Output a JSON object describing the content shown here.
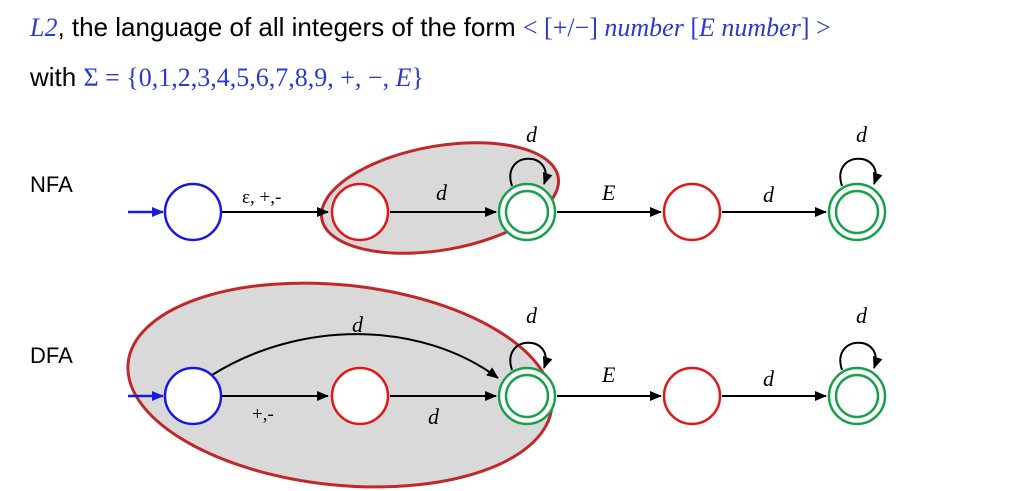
{
  "header": {
    "lang_name": "L2",
    "line1_text": ", the language of all integers of the form ",
    "form_open": "< [+/−] ",
    "form_number1": "number",
    "form_bracket_open": " [",
    "form_E": "E",
    "form_space": " ",
    "form_number2": "number",
    "form_close": "] >",
    "line2_prefix": "with ",
    "alphabet_lhs": "Σ = {0,1,2,3,4,5,6,7,8,9, +, −, ",
    "alphabet_E": "E",
    "alphabet_close": "}"
  },
  "nfa": {
    "label": "NFA",
    "edges": {
      "start_to_s1": "ε, +,-",
      "s1_to_s2": "d",
      "s2_loop": "d",
      "s2_to_s3": "E",
      "s3_to_s4": "d",
      "s4_loop": "d"
    }
  },
  "dfa": {
    "label": "DFA",
    "edges": {
      "start_to_s1": "+,-",
      "start_to_s2": "d",
      "s1_to_s2": "d",
      "s2_loop": "d",
      "s2_to_s3": "E",
      "s3_to_s4": "d",
      "s4_loop": "d"
    }
  },
  "colors": {
    "start_state": "#1a1adf",
    "intermediate_state": "#e01818",
    "accept_state": "#17a04a",
    "highlight_fill": "#d9d9d9",
    "highlight_border": "#c0282b",
    "text_math": "#2b3bd1"
  }
}
